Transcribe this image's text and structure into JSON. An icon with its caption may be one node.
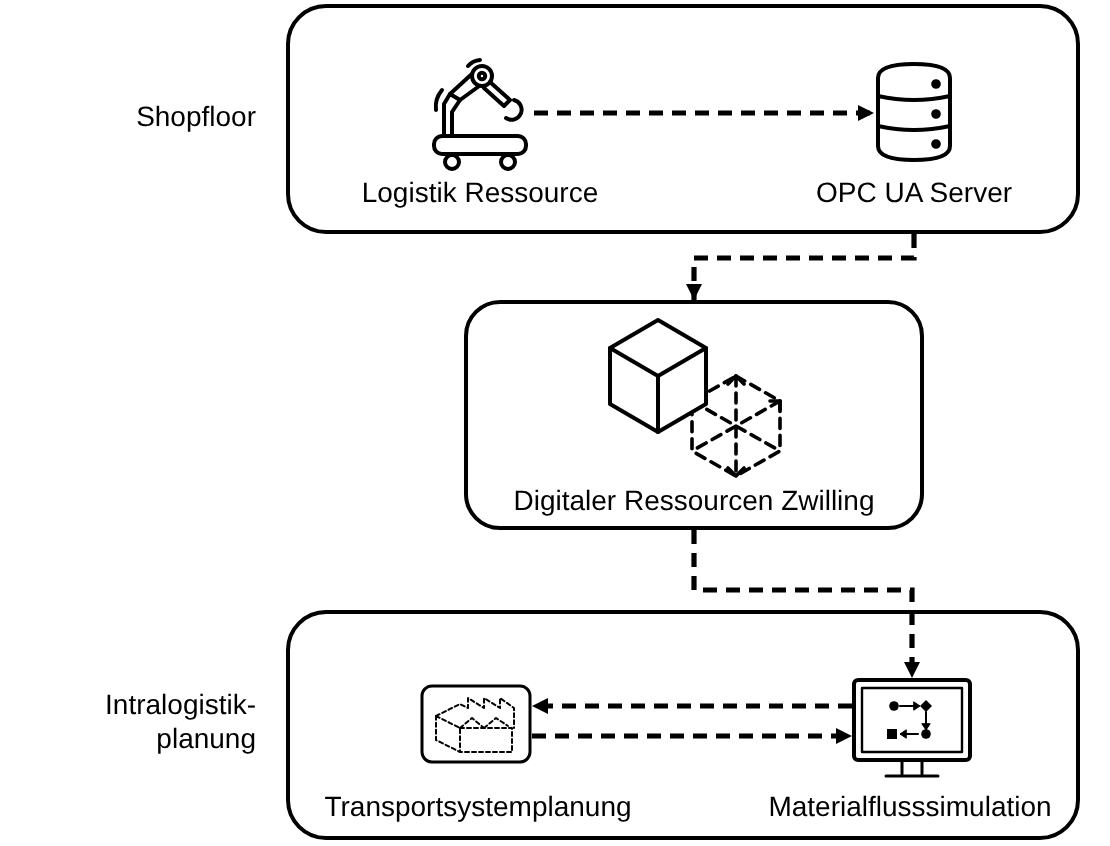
{
  "diagram": {
    "nodes": [
      {
        "text": [
          "Shopfloor"
        ]
      },
      {
        "text": [],
        "shape": "picture",
        "in": 0,
        "beside": [
          "Logistik Ressource"
        ]
      },
      {
        "text": [],
        "shape": "picture",
        "in": 0,
        "beside": [
          "OPC UA Server"
        ]
      },
      {
        "text": [
          "Digitaler Ressourcen Zwilling"
        ]
      },
      {
        "text": [
          "Intralogistik- planung"
        ]
      },
      {
        "text": [],
        "shape": "picture",
        "in": 4,
        "beside": [
          "Transportsystemplanung"
        ]
      },
      {
        "text": [],
        "shape": "picture",
        "in": 4,
        "beside": [
          "Materialflusssimulation"
        ]
      }
    ],
    "edges": [
      {
        "from": 1,
        "to": 2,
        "arrow": "to",
        "style": "dashed"
      },
      {
        "from": 0,
        "to": 3,
        "arrow": "to",
        "style": "dashed"
      },
      {
        "from": 3,
        "to": 6,
        "arrow": "to",
        "style": "dashed"
      },
      {
        "from": 6,
        "to": 5,
        "arrow": "to",
        "style": "dashed"
      },
      {
        "from": 5,
        "to": 6,
        "arrow": "to",
        "style": "dashed"
      }
    ]
  }
}
